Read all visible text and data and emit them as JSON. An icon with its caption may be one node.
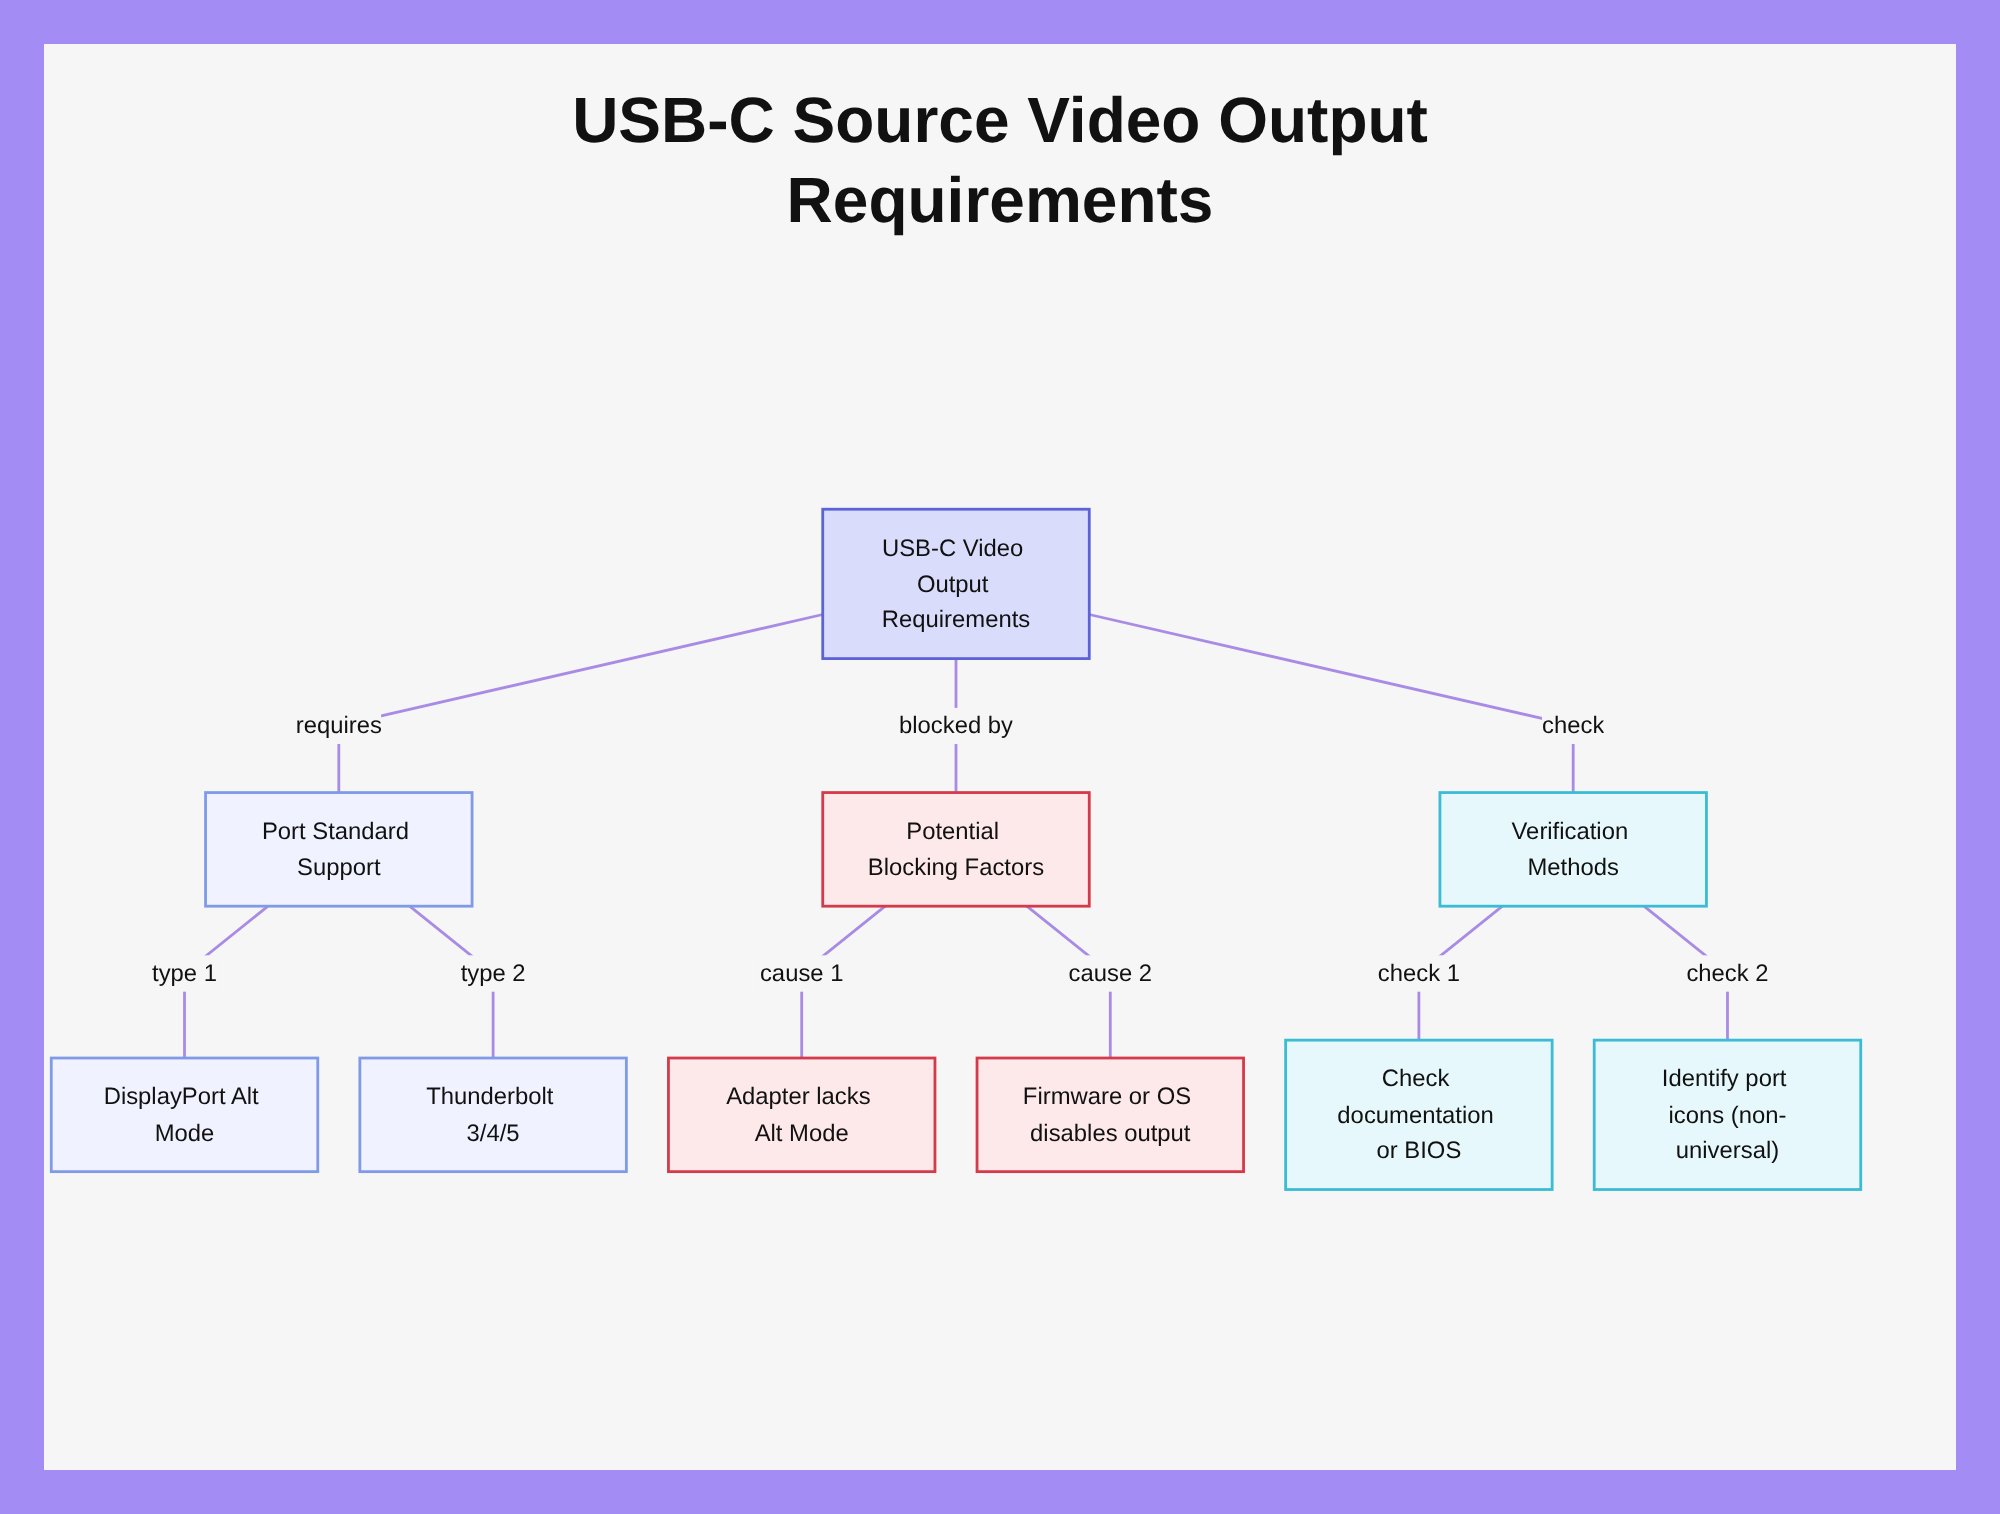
{
  "diagram": {
    "title": "USB-C Source Video Output Requirements",
    "nodes": [
      {
        "text": [
          "USB-C Video Output Requirements"
        ]
      },
      {
        "text": [
          "Port Standard Support"
        ]
      },
      {
        "text": [
          "Potential Blocking Factors"
        ]
      },
      {
        "text": [
          "Verification Methods"
        ]
      },
      {
        "text": [
          "DisplayPort Alt Mode"
        ]
      },
      {
        "text": [
          "Thunderbolt 3/4/5"
        ]
      },
      {
        "text": [
          "Adapter lacks Alt Mode"
        ]
      },
      {
        "text": [
          "Firmware or OS disables output"
        ]
      },
      {
        "text": [
          "Check documentation or BIOS"
        ]
      },
      {
        "text": [
          "Identify port icons (non-universal)"
        ]
      }
    ],
    "edges": [
      {
        "from": 0,
        "to": 1,
        "arrow": "none",
        "label": "requires"
      },
      {
        "from": 0,
        "to": 2,
        "arrow": "none",
        "label": "blocked by"
      },
      {
        "from": 0,
        "to": 3,
        "arrow": "none",
        "label": "check"
      },
      {
        "from": 1,
        "to": 4,
        "arrow": "none",
        "label": "type 1"
      },
      {
        "from": 1,
        "to": 5,
        "arrow": "none",
        "label": "type 2"
      },
      {
        "from": 2,
        "to": 6,
        "arrow": "none",
        "label": "cause 1"
      },
      {
        "from": 2,
        "to": 7,
        "arrow": "none",
        "label": "cause 2"
      },
      {
        "from": 3,
        "to": 8,
        "arrow": "none",
        "label": "check 1"
      },
      {
        "from": 3,
        "to": 9,
        "arrow": "none",
        "label": "check 2"
      }
    ]
  }
}
